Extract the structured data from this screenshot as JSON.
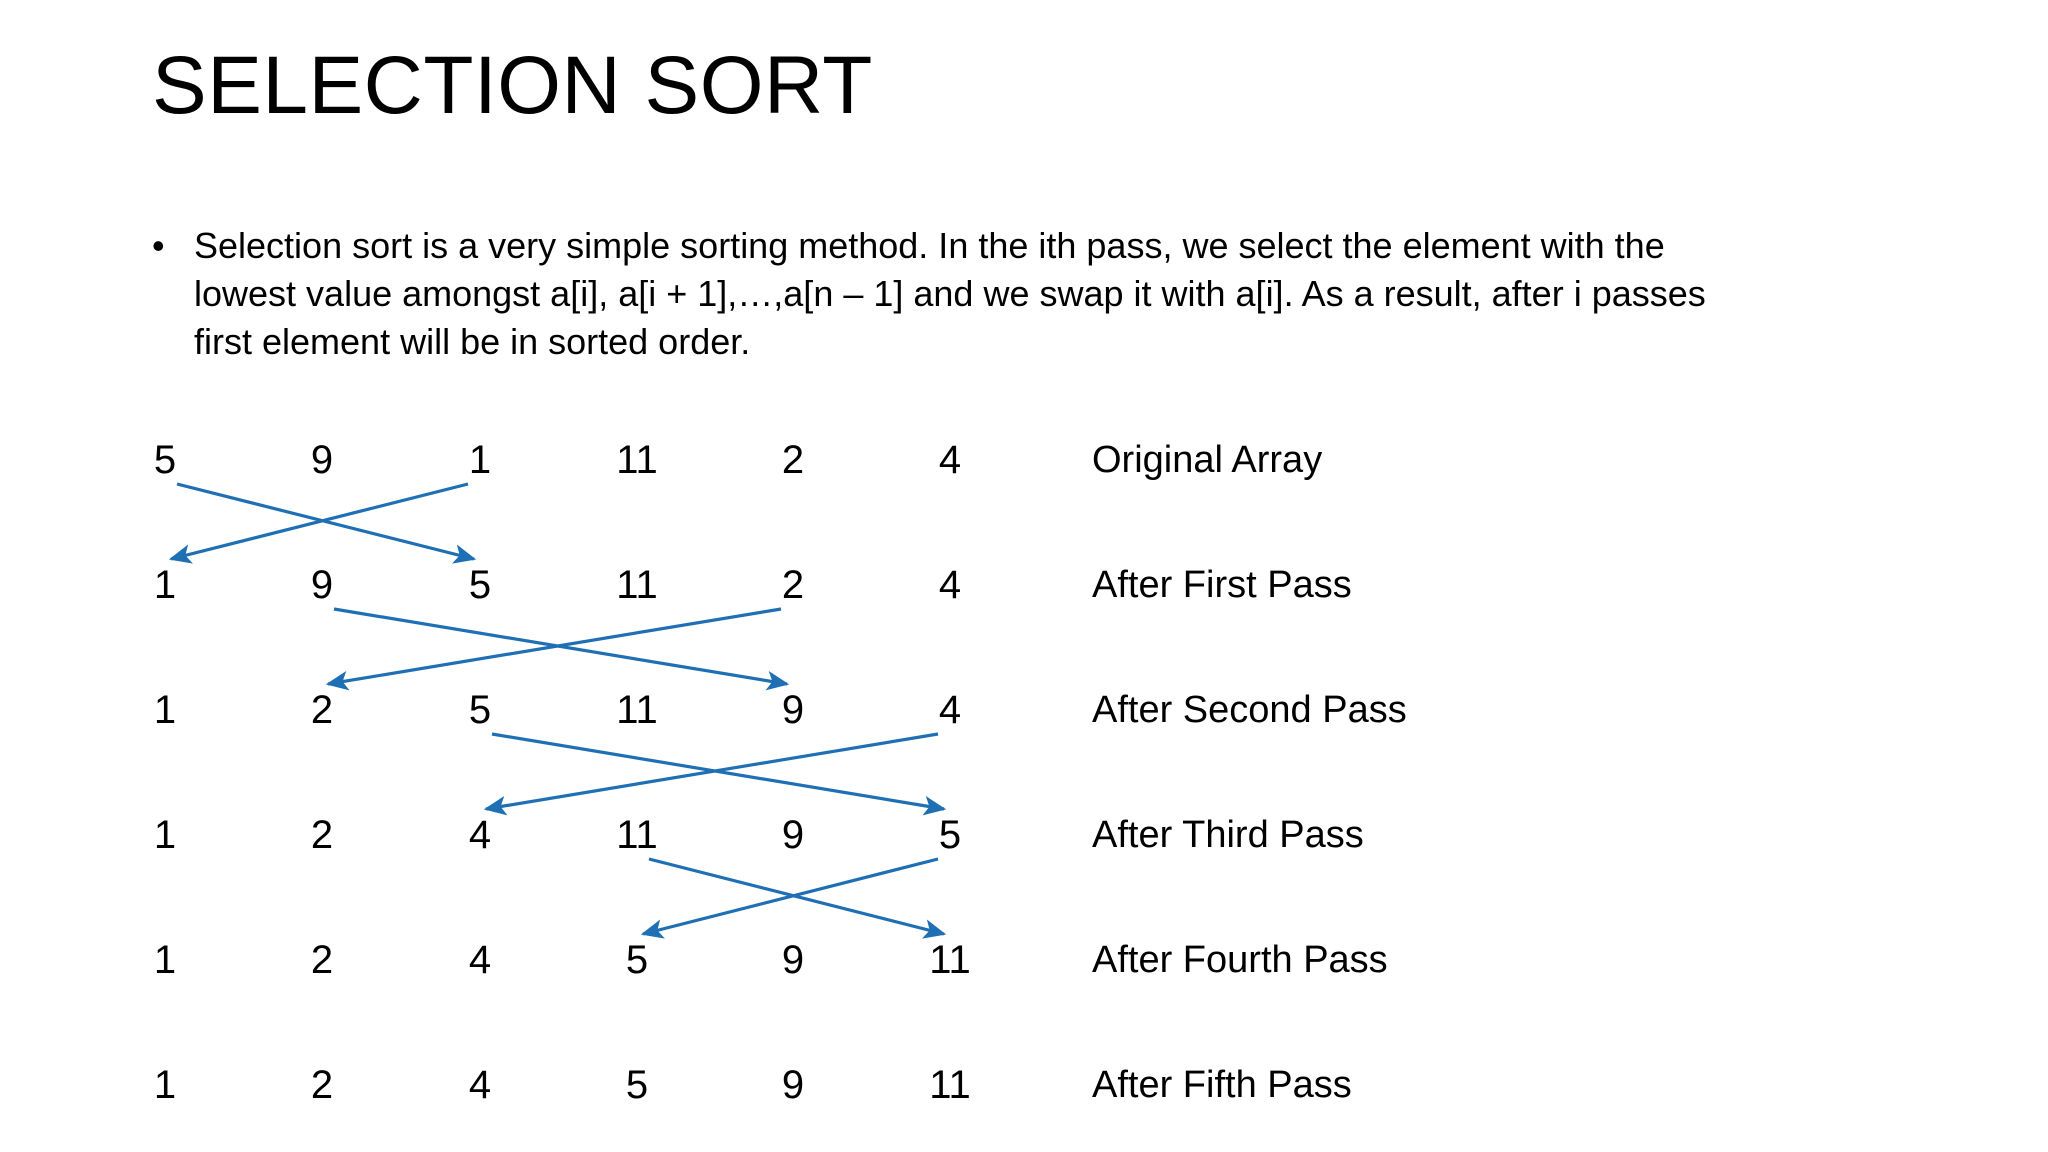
{
  "slide": {
    "title": "SELECTION SORT",
    "background_color": "#ffffff",
    "text_color": "#000000",
    "arrow_color": "#1f6fb4"
  },
  "bullet": {
    "marker": "•",
    "lines": [
      "Selection sort is a very simple sorting method. In the ith pass, we select the element with the",
      "lowest value amongst a[i], a[i + 1],…,a[n – 1] and we swap it with a[i]. As a result, after i passes",
      "first element will be in sorted order."
    ],
    "full_text": "Selection sort is a very simple sorting method. In the ith pass, we select the element with the lowest value amongst a[i], a[i + 1],…,a[n – 1] and we swap it with a[i]. As a result, after i passes first element will be in sorted order."
  },
  "chart_data": {
    "type": "table",
    "title": "Selection sort trace",
    "columns": 6,
    "row_labels": [
      "Original Array",
      "After First Pass",
      "After Second Pass",
      "After Third Pass",
      "After Fourth Pass",
      "After Fifth Pass"
    ],
    "rows": [
      [
        5,
        9,
        1,
        11,
        2,
        4
      ],
      [
        1,
        9,
        5,
        11,
        2,
        4
      ],
      [
        1,
        2,
        5,
        11,
        9,
        4
      ],
      [
        1,
        2,
        4,
        11,
        9,
        5
      ],
      [
        1,
        2,
        4,
        5,
        9,
        11
      ],
      [
        1,
        2,
        4,
        5,
        9,
        11
      ]
    ],
    "swaps": [
      {
        "pass": 1,
        "from_row": 0,
        "to_row": 1,
        "from_col": 0,
        "to_col": 2
      },
      {
        "pass": 2,
        "from_row": 1,
        "to_row": 2,
        "from_col": 1,
        "to_col": 4
      },
      {
        "pass": 3,
        "from_row": 2,
        "to_row": 3,
        "from_col": 2,
        "to_col": 5
      },
      {
        "pass": 4,
        "from_row": 3,
        "to_row": 4,
        "from_col": 3,
        "to_col": 5
      }
    ],
    "column_x": [
      165,
      322,
      480,
      637,
      793,
      950
    ],
    "row_y": [
      460,
      585,
      710,
      835,
      960,
      1085
    ],
    "label_x": 1092
  }
}
